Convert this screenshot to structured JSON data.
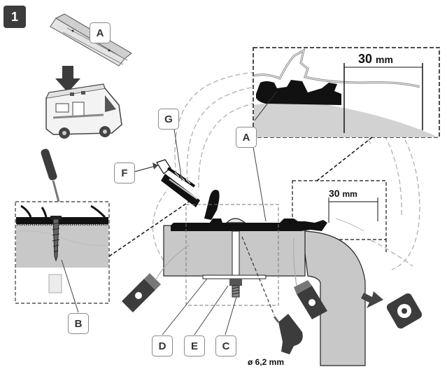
{
  "step_number": "1",
  "callouts": {
    "A_top": "A",
    "A_main": "A",
    "B": "B",
    "C": "C",
    "D": "D",
    "E": "E",
    "F": "F",
    "G": "G"
  },
  "dimensions": {
    "large_value": "30",
    "large_unit": "mm",
    "small_value": "30",
    "small_unit": "mm",
    "drill_diameter": "ø 6,2 mm"
  }
}
